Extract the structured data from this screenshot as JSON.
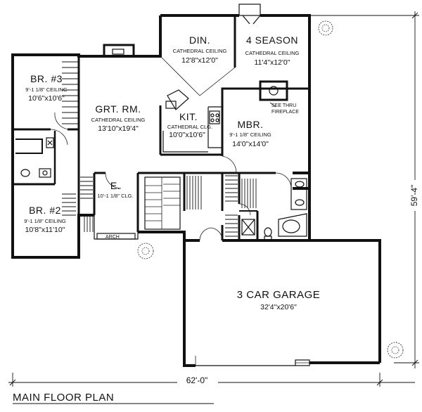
{
  "rooms": {
    "dining": {
      "name": "DIN.",
      "note": "CATHEDRAL CEILING",
      "size": "12'8\"x12'0\""
    },
    "four_season": {
      "name": "4 SEASON",
      "note": "CATHEDRAL CEILING",
      "size": "11'4\"x12'0\""
    },
    "bedroom3": {
      "name": "BR. #3",
      "note": "9'-1 1/8\" CEILING",
      "size": "10'6\"x10'6\""
    },
    "great_room": {
      "name": "GRT. RM.",
      "note": "CATHEDRAL CEILING",
      "size": "13'10\"x19'4\""
    },
    "kitchen": {
      "name": "KIT.",
      "note": "CATHEDRAL CLG.",
      "size": "10'0\"x10'6\""
    },
    "master": {
      "name": "MBR.",
      "note": "9'-1 1/8\" CEILING",
      "size": "14'0\"x14'0\""
    },
    "entry": {
      "name": "E.",
      "note": "10'-1 1/8\" CLG."
    },
    "bedroom2": {
      "name": "BR. #2",
      "note": "9'-1 1/8\" CEILING",
      "size": "10'8\"x11'10\""
    },
    "garage": {
      "name": "3 CAR GARAGE",
      "size": "32'4\"x20'6\""
    }
  },
  "labels": {
    "fireplace_line1": "SEE THRU",
    "fireplace_line2": "FIREPLACE",
    "arch": "ARCH"
  },
  "dimensions": {
    "width": "62'-0\"",
    "depth": "59'-4\""
  },
  "plan_title": "MAIN FLOOR PLAN"
}
